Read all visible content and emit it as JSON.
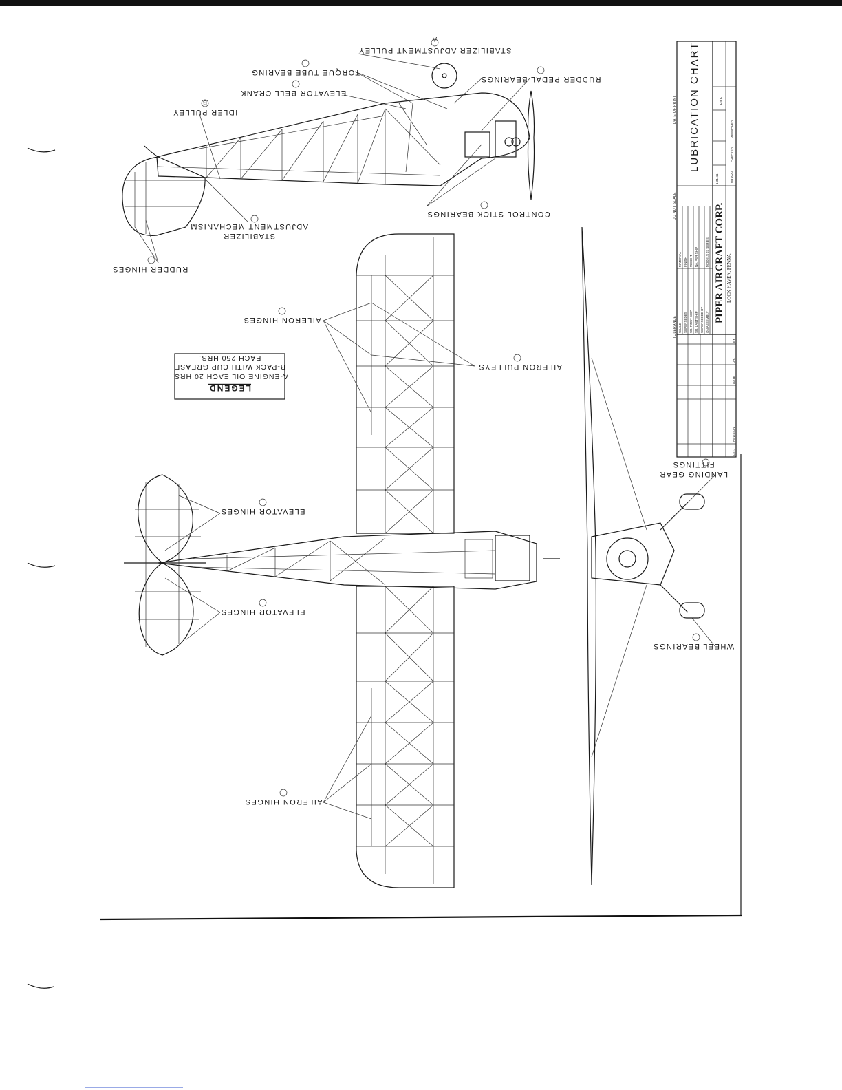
{
  "title_block": {
    "chart_title": "LUBRICATION CHART",
    "company": "PIPER AIRCRAFT CORP.",
    "location": "LOCK HAVEN, PENNA.",
    "tolerance_label": "TOLERANCE",
    "do_not_scale_label": "DO NOT SCALE",
    "date_of_print_label": "DATE OF PRINT",
    "file_label": "FILE",
    "left_fields": [
      "SCALE",
      "SUPERSEDES",
      "SR. FIRST SHIP",
      "SR. LAST SHIP",
      "SUPERSEDED BY",
      "ON ASSEMBLY"
    ],
    "right_fields": [
      "MATERIAL",
      "FINISH",
      "WEIGHT",
      "No. PER SHIP",
      "MODELS J3 SERIES"
    ],
    "date_value": "1-31-41",
    "signoff_fields": [
      "DRAWN",
      "CHECKED",
      "APPROVED"
    ],
    "revision_headers": [
      "LET.",
      "REVISION",
      "DATE",
      "DR.",
      "BY"
    ]
  },
  "legend": {
    "title": "LEGEND",
    "line_a": "A-ENGINE OIL EACH 20 HRS.",
    "line_b1": "B-PACK WITH CUP GREASE",
    "line_b2": "EACH 250 HRS."
  },
  "callouts": {
    "stabilizer_adjustment_pulley": "STABILIZER ADJUSTMENT PULLEY",
    "torque_tube_bearing": "TORQUE TUBE BEARING",
    "rudder_pedal_bearings": "RUDDER PEDAL BEARINGS",
    "elevator_bell_crank": "ELEVATOR BELL CRANK",
    "idler_pulley": "IDLER PULLEY",
    "control_stick_bearings": "CONTROL STICK BEARINGS",
    "stabilizer_line1": "STABILIZER",
    "stabilizer_line2": "ADJUSTMENT MECHANISM",
    "rudder_hinges": "RUDDER HINGES",
    "aileron_hinges_upper": "AILERON HINGES",
    "aileron_pulleys": "AILERON PULLEYS",
    "elevator_hinges_upper": "ELEVATOR HINGES",
    "elevator_hinges_lower": "ELEVATOR HINGES",
    "landing_gear_line1": "LANDING GEAR",
    "landing_gear_line2": "FITTINGS",
    "wheel_bearings": "WHEEL BEARINGS",
    "aileron_hinges_lower": "AILERON HINGES"
  },
  "markers": {
    "a": "A",
    "b": "B"
  }
}
